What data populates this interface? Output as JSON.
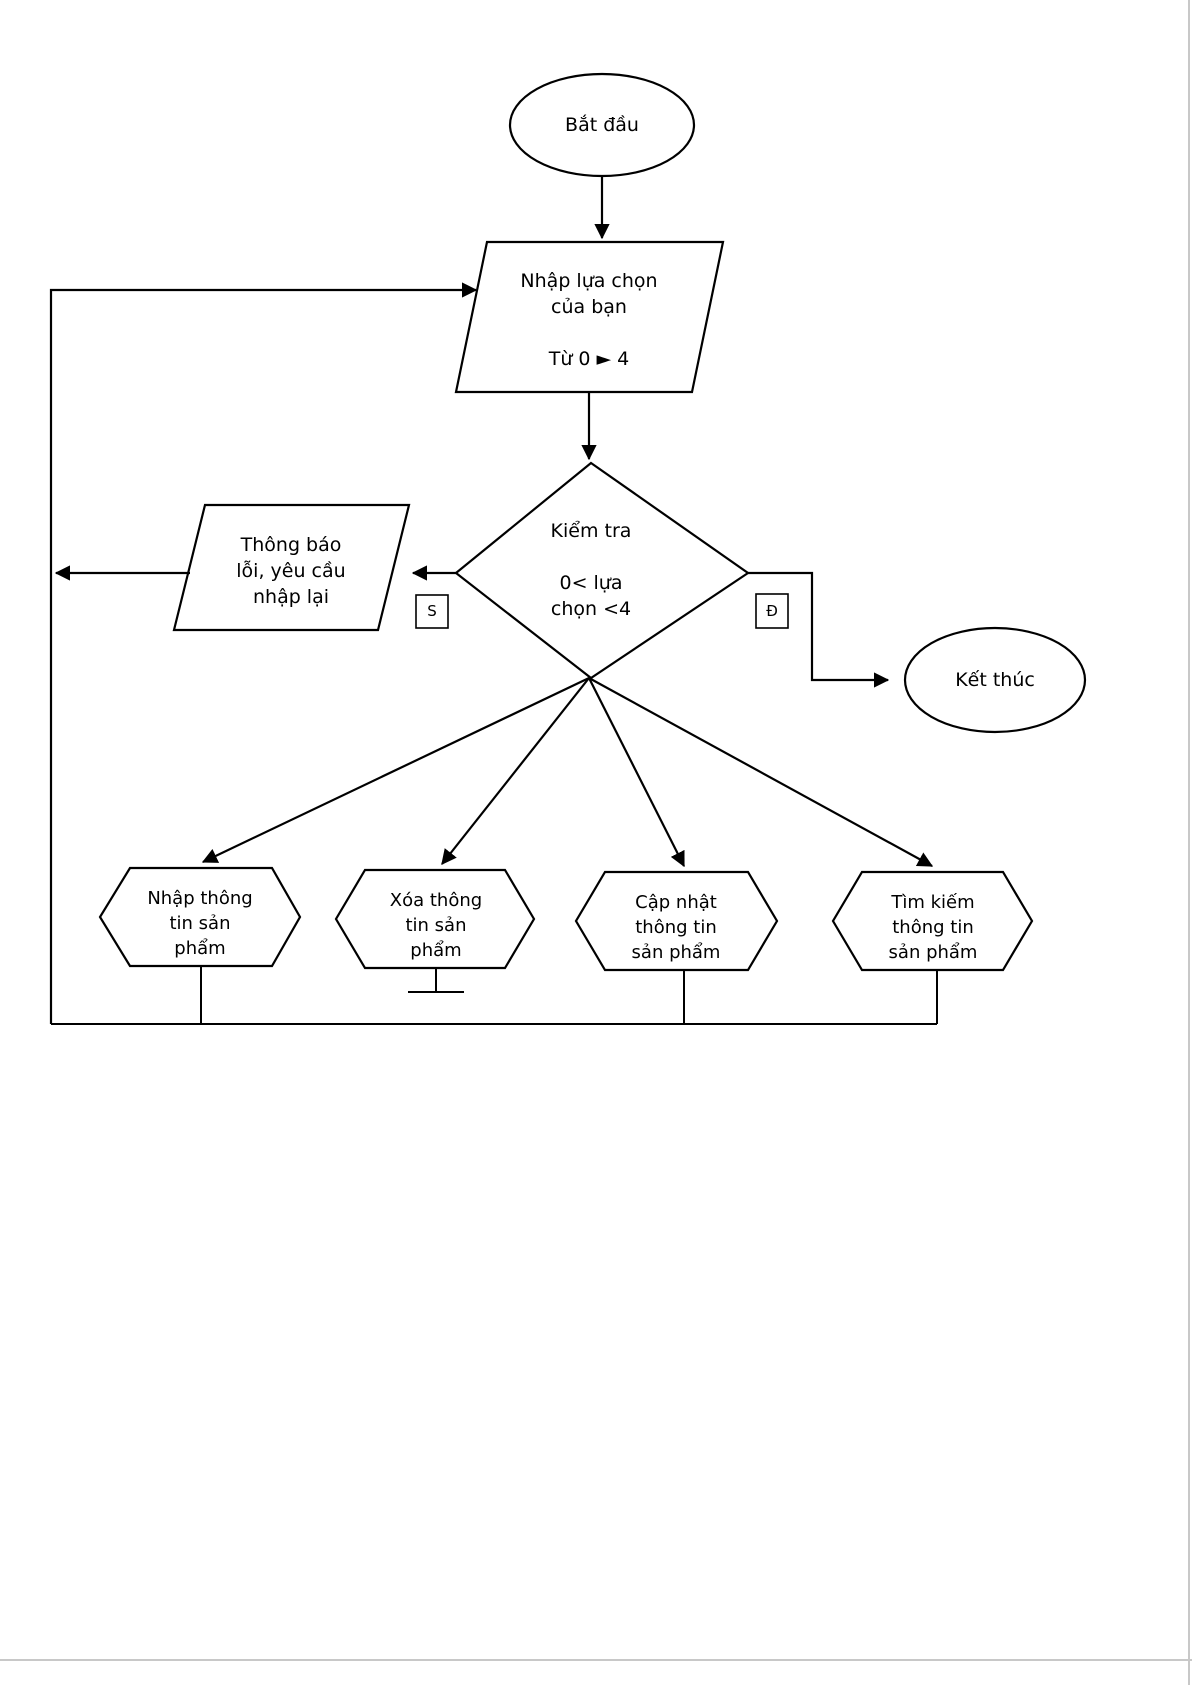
{
  "diagram": {
    "title": "Product management menu flowchart",
    "language": "vi",
    "stroke_color": "#000000",
    "background_color": "#ffffff",
    "nodes": {
      "start": {
        "shape": "ellipse",
        "label": "Bắt đầu"
      },
      "input_choice": {
        "shape": "parallelogram",
        "line1": "Nhập lựa chọn",
        "line2": "của bạn",
        "line3": "Từ 0  ►  4",
        "label": "Nhập lựa chọn\ncủa bạn\n\nTừ 0  ►  4"
      },
      "decision": {
        "shape": "diamond",
        "line1": "Kiểm tra",
        "line2": "0< lựa",
        "line3": "chọn <4",
        "label": "Kiểm tra\n\n0< lựa\nchọn <4"
      },
      "error_message": {
        "shape": "parallelogram",
        "label": "Thông báo\nlỗi, yêu cầu\nnhập lại"
      },
      "end": {
        "shape": "ellipse",
        "label": "Kết thúc"
      },
      "op_insert": {
        "shape": "hexagon",
        "label": "Nhập thông\ntin sản\nphẩm"
      },
      "op_delete": {
        "shape": "hexagon",
        "label": "Xóa thông\ntin sản\nphẩm"
      },
      "op_update": {
        "shape": "hexagon",
        "label": "Cập nhật\nthông tin\nsản phẩm"
      },
      "op_search": {
        "shape": "hexagon",
        "label": "Tìm kiếm\nthông tin\nsản phẩm"
      }
    },
    "edge_labels": {
      "false_branch": "S",
      "true_branch": "Đ"
    }
  }
}
